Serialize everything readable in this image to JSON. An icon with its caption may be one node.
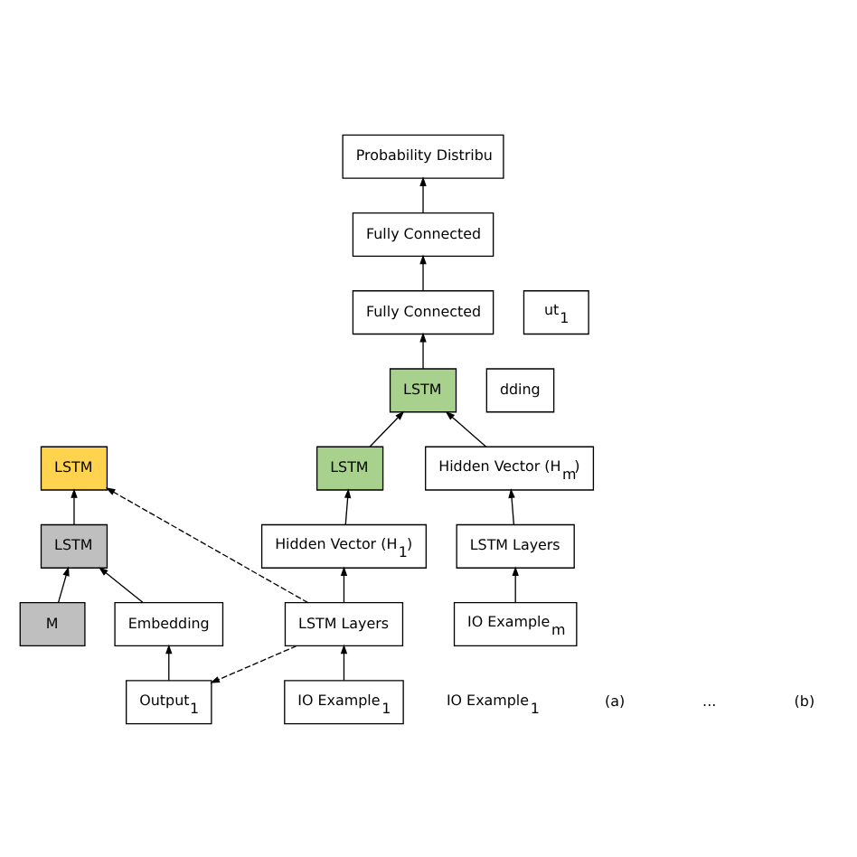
{
  "diagram": {
    "nodes": [
      {
        "text": [
          "LSTM"
        ]
      },
      {
        "text": [
          "M"
        ]
      },
      {
        "text": [
          "LSTM"
        ]
      },
      {
        "text": [
          "dding"
        ]
      },
      {
        "text": [
          "Embedding"
        ]
      },
      {
        "text": [
          "ut$_{1}$"
        ]
      },
      {
        "text": [
          "Output$_{1}$"
        ]
      },
      {
        "text": [
          "Probability Distribu"
        ]
      },
      {
        "text": [
          "Fully Connected"
        ]
      },
      {
        "text": [
          "Fully Connected"
        ]
      },
      {
        "text": [
          "LSTM"
        ]
      },
      {
        "text": [
          "LSTM"
        ]
      },
      {
        "text": [
          "Hidden Vector (H$_{1}$)"
        ]
      },
      {
        "text": [
          "Hidden Vector (H$_{m}$)"
        ]
      },
      {
        "text": [
          "LSTM Layers"
        ]
      },
      {
        "text": [
          "LSTM Layers"
        ]
      },
      {
        "text": [
          "IO Example$_{1}$"
        ]
      },
      {
        "text": [
          "IO Example$_{m}$"
        ]
      }
    ],
    "edges": [
      {
        "from": 6,
        "to": 4,
        "arrow": "to"
      },
      {
        "from": 4,
        "to": 2,
        "arrow": "to"
      },
      {
        "from": 2,
        "to": 0,
        "arrow": "to"
      },
      {
        "from": 1,
        "to": 2,
        "arrow": "to"
      },
      {
        "from": 16,
        "to": 14,
        "arrow": "to"
      },
      {
        "from": 14,
        "to": 12,
        "arrow": "to"
      },
      {
        "from": 12,
        "to": 10,
        "arrow": "to"
      },
      {
        "from": 10,
        "to": 11,
        "arrow": "to"
      },
      {
        "from": 17,
        "to": 15,
        "arrow": "to"
      },
      {
        "from": 15,
        "to": 13,
        "arrow": "to"
      },
      {
        "from": 13,
        "to": 11,
        "arrow": "to"
      },
      {
        "from": 11,
        "to": 9,
        "arrow": "to"
      },
      {
        "from": 9,
        "to": 8,
        "arrow": "to"
      },
      {
        "from": 8,
        "to": 7,
        "arrow": "to"
      },
      {
        "from": 14,
        "to": 0,
        "arrow": "to",
        "style": "dashed"
      },
      {
        "from": 14,
        "to": 6,
        "arrow": "to",
        "style": "dashed"
      }
    ],
    "labels": [
      "IO Example$_{1}$",
      "(a)",
      "...",
      "(b)"
    ]
  }
}
